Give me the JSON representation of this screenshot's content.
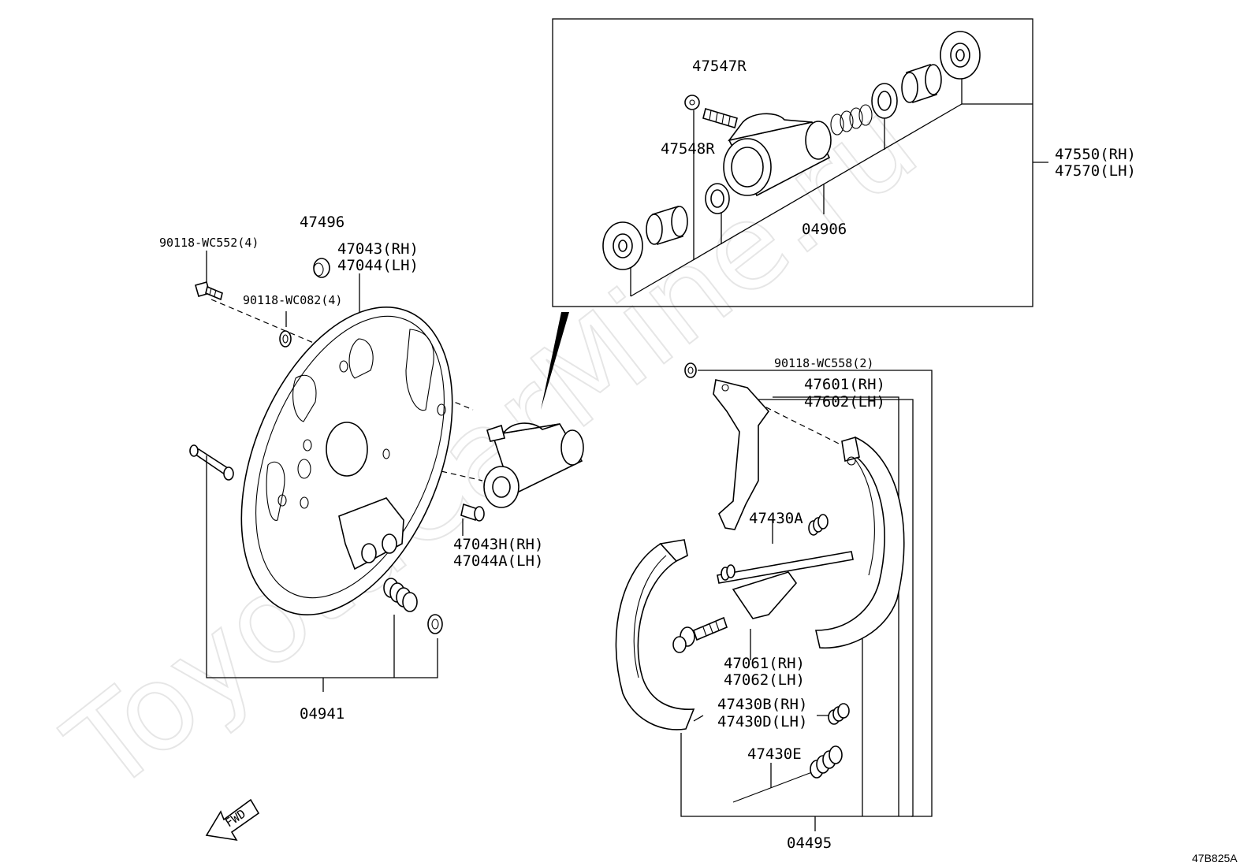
{
  "watermark": "ToyotaCarMine.ru",
  "reference_code": "47B825A",
  "fwd_label": "FWD",
  "labels": {
    "p47547R": "47547R",
    "p47548R": "47548R",
    "p47550": "47550(RH)",
    "p47570": "47570(LH)",
    "p04906": "04906",
    "p47496": "47496",
    "p90118_552": "90118-WC552(4)",
    "p47043": "47043(RH)",
    "p47044": "47044(LH)",
    "p90118_082": "90118-WC082(4)",
    "p47043H": "47043H(RH)",
    "p47044A": "47044A(LH)",
    "p04941": "04941",
    "p90118_558": "90118-WC558(2)",
    "p47601": "47601(RH)",
    "p47602": "47602(LH)",
    "p47430A": "47430A",
    "p47061": "47061(RH)",
    "p47062": "47062(LH)",
    "p47430B": "47430B(RH)",
    "p47430D": "47430D(LH)",
    "p47430E": "47430E",
    "p04495": "04495"
  }
}
